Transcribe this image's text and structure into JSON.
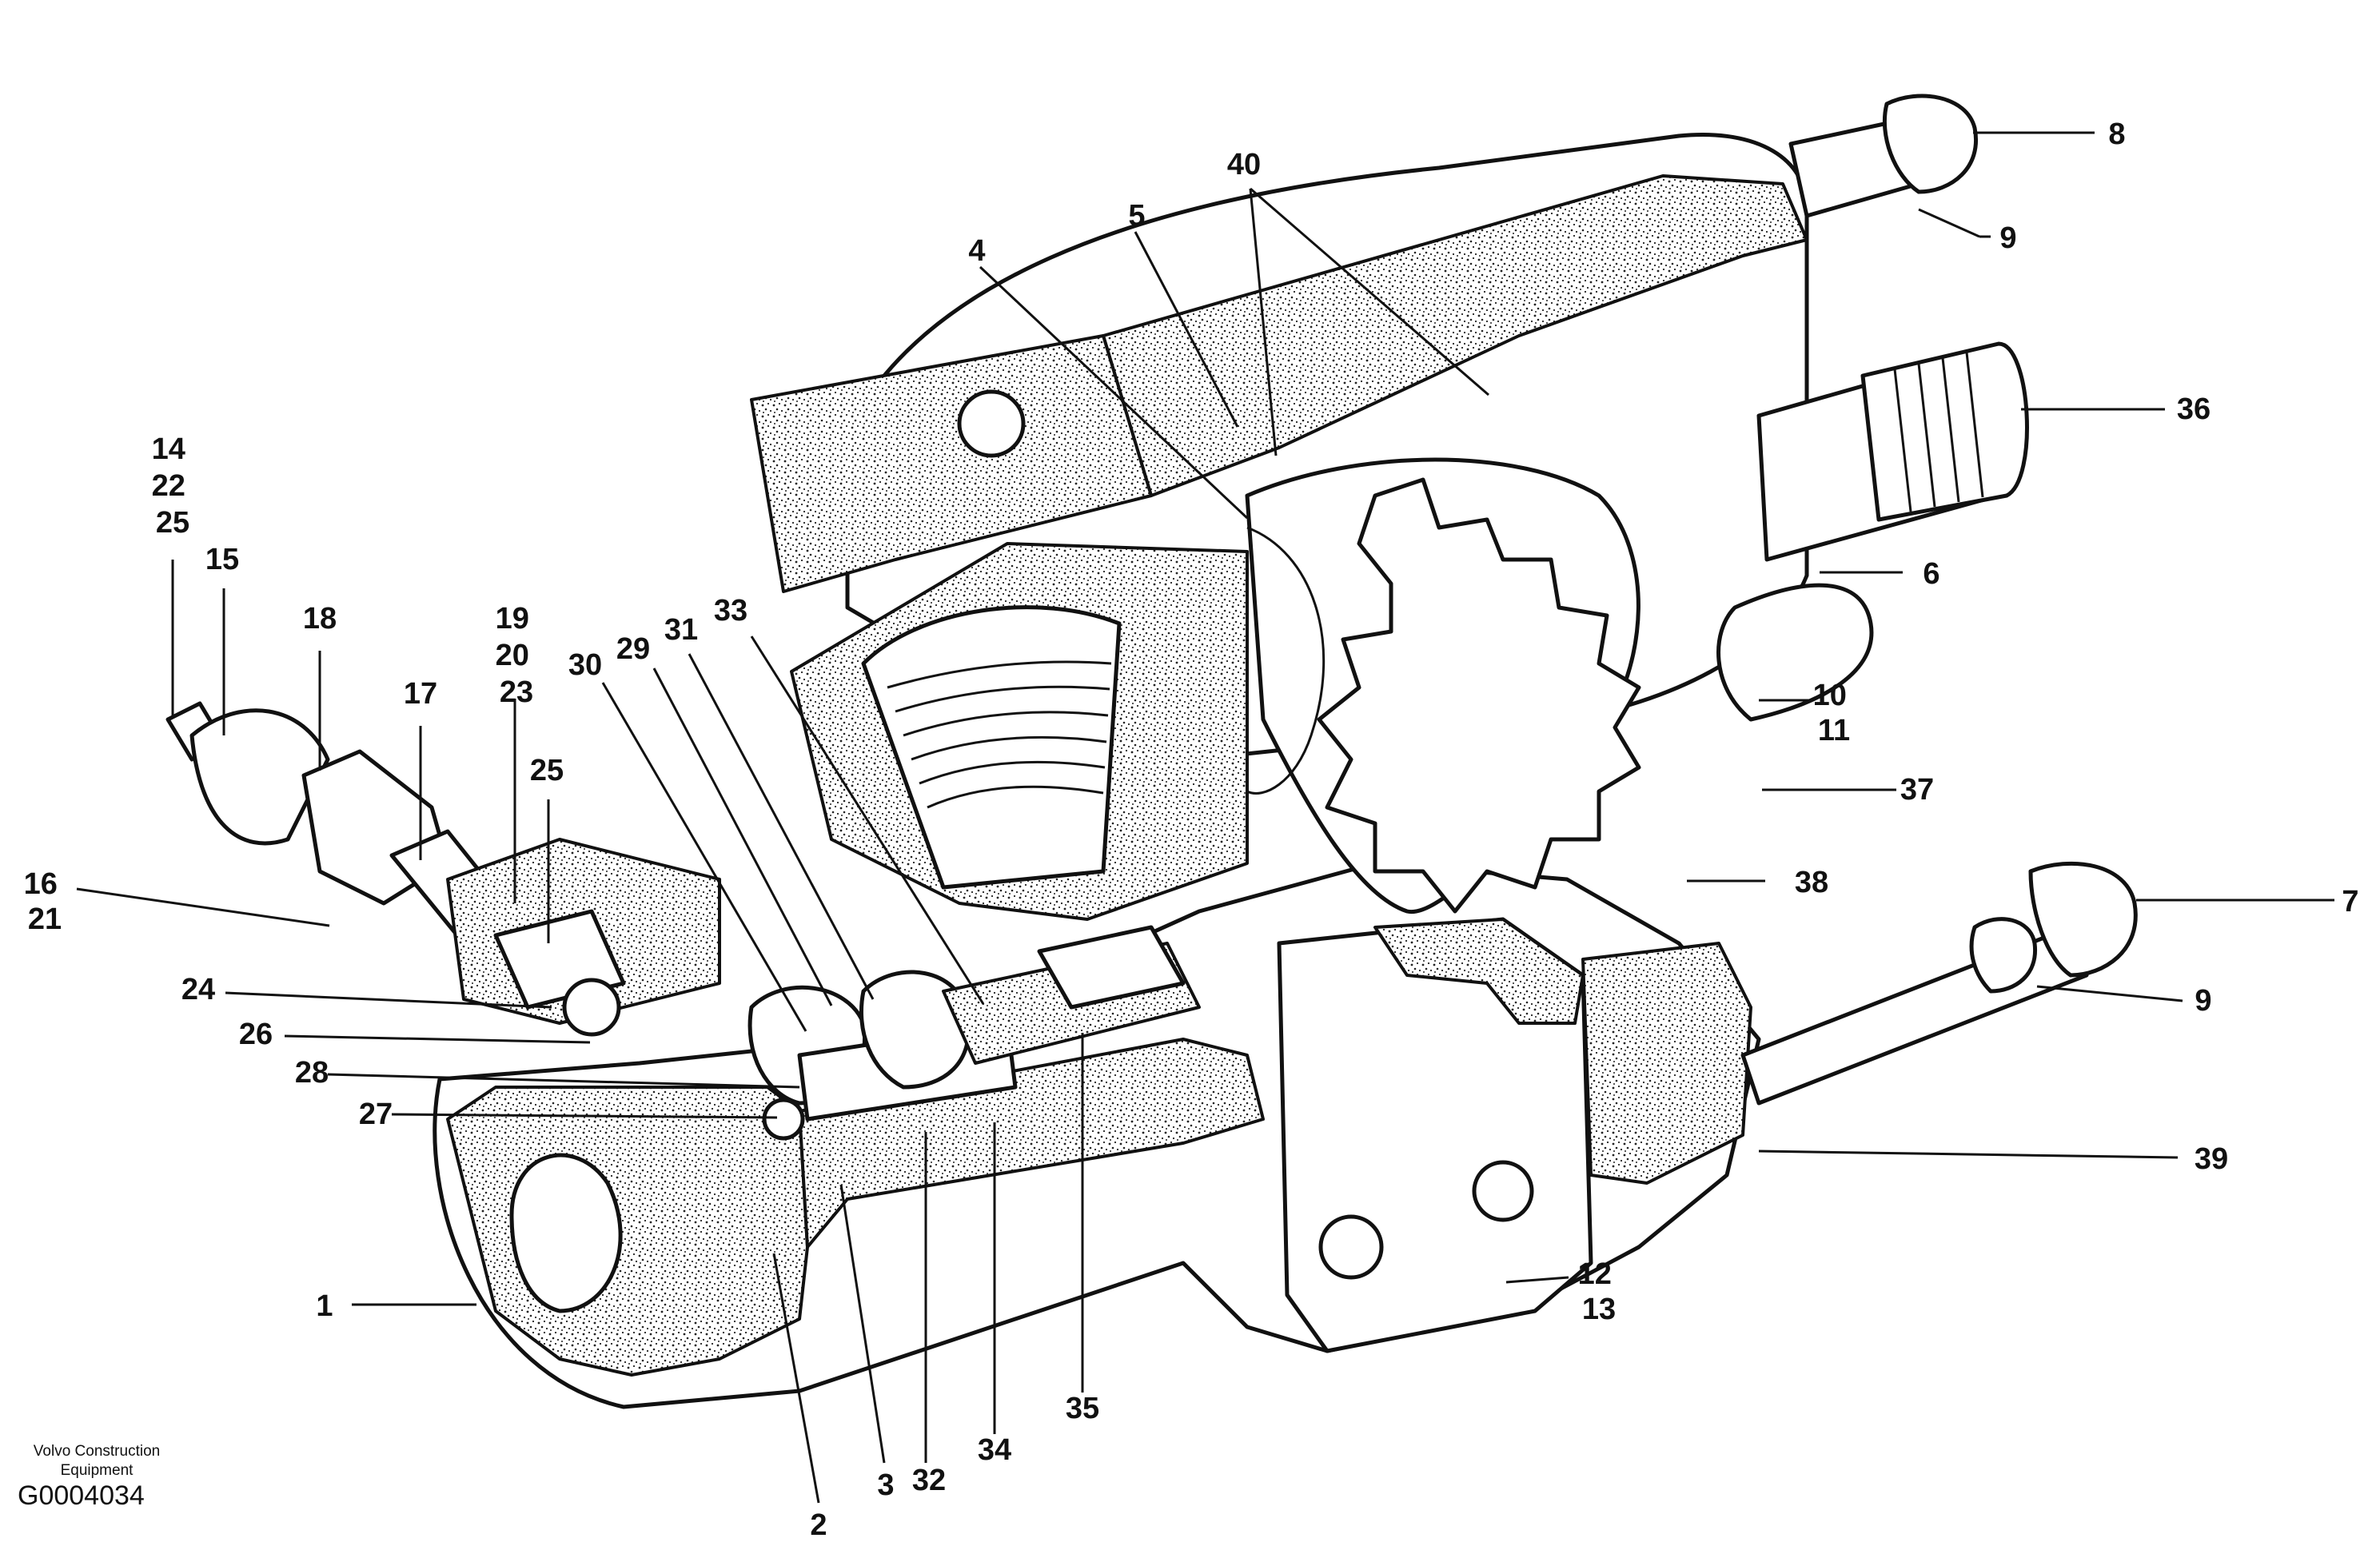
{
  "callouts": [
    {
      "id": "c1",
      "lines": [
        "1"
      ]
    },
    {
      "id": "c2",
      "lines": [
        "2"
      ]
    },
    {
      "id": "c3",
      "lines": [
        "3"
      ]
    },
    {
      "id": "c4",
      "lines": [
        "4"
      ]
    },
    {
      "id": "c5",
      "lines": [
        "5"
      ]
    },
    {
      "id": "c6",
      "lines": [
        "6"
      ]
    },
    {
      "id": "c7",
      "lines": [
        "7"
      ]
    },
    {
      "id": "c8",
      "lines": [
        "8"
      ]
    },
    {
      "id": "c9a",
      "lines": [
        "9"
      ]
    },
    {
      "id": "c9b",
      "lines": [
        "9"
      ]
    },
    {
      "id": "c10",
      "lines": [
        "10",
        "11"
      ]
    },
    {
      "id": "c12",
      "lines": [
        "12",
        "13"
      ]
    },
    {
      "id": "c14",
      "lines": [
        "14",
        "22",
        "25"
      ]
    },
    {
      "id": "c15",
      "lines": [
        "15"
      ]
    },
    {
      "id": "c16",
      "lines": [
        "16",
        "21"
      ]
    },
    {
      "id": "c17",
      "lines": [
        "17"
      ]
    },
    {
      "id": "c18",
      "lines": [
        "18"
      ]
    },
    {
      "id": "c19",
      "lines": [
        "19",
        "20",
        "23"
      ]
    },
    {
      "id": "c24",
      "lines": [
        "24"
      ]
    },
    {
      "id": "c25",
      "lines": [
        "25"
      ]
    },
    {
      "id": "c26",
      "lines": [
        "26"
      ]
    },
    {
      "id": "c27",
      "lines": [
        "27"
      ]
    },
    {
      "id": "c28",
      "lines": [
        "28"
      ]
    },
    {
      "id": "c29",
      "lines": [
        "29"
      ]
    },
    {
      "id": "c30",
      "lines": [
        "30"
      ]
    },
    {
      "id": "c31",
      "lines": [
        "31"
      ]
    },
    {
      "id": "c32",
      "lines": [
        "32"
      ]
    },
    {
      "id": "c33",
      "lines": [
        "33"
      ]
    },
    {
      "id": "c34",
      "lines": [
        "34"
      ]
    },
    {
      "id": "c35",
      "lines": [
        "35"
      ]
    },
    {
      "id": "c36",
      "lines": [
        "36"
      ]
    },
    {
      "id": "c37",
      "lines": [
        "37"
      ]
    },
    {
      "id": "c38",
      "lines": [
        "38"
      ]
    },
    {
      "id": "c39",
      "lines": [
        "39"
      ]
    },
    {
      "id": "c40",
      "lines": [
        "40"
      ]
    }
  ],
  "credit": {
    "line1": "Volvo Construction",
    "line2": "Equipment",
    "figure_id": "G0004034"
  }
}
